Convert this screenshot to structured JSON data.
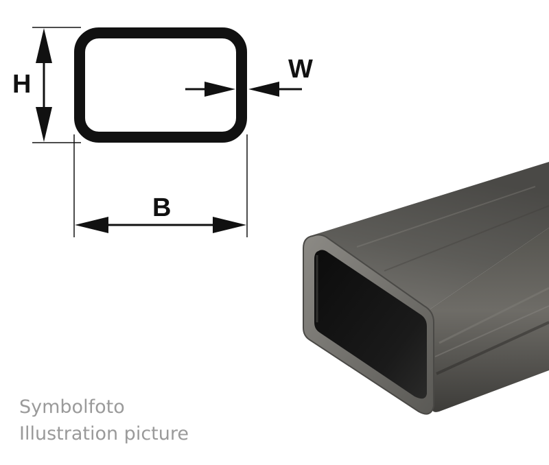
{
  "dimensions": {
    "height_label": "H",
    "wall_label": "W",
    "width_label": "B"
  },
  "caption": {
    "line1": "Symbolfoto",
    "line2": "Illustration picture"
  },
  "colors": {
    "line": "#111111",
    "caption": "#9a9a9a",
    "steel_dark": "#2e2e2c",
    "steel_mid": "#6b6a66",
    "steel_light": "#8f8d88"
  }
}
